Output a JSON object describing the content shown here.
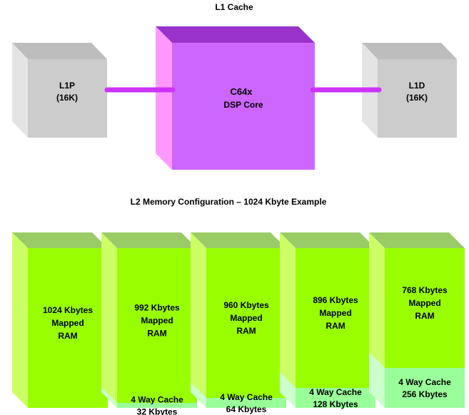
{
  "l1": {
    "title": "L1 Cache",
    "l1p": {
      "line1": "L1P",
      "line2": "(16K)"
    },
    "core": {
      "line1": "C64x",
      "line2": "DSP Core"
    },
    "l1d": {
      "line1": "L1D",
      "line2": "(16K)"
    }
  },
  "l2": {
    "title": "L2 Memory Configuration – 1024 Kbyte Example",
    "configs": [
      {
        "ram_line1": "1024 Kbytes",
        "ram_line2": "Mapped",
        "ram_line3": "RAM",
        "cache_line1": "",
        "cache_line2": "",
        "cache_kb": 0
      },
      {
        "ram_line1": "992 Kbytes",
        "ram_line2": "Mapped",
        "ram_line3": "RAM",
        "cache_line1": "4 Way Cache",
        "cache_line2": "32 Kbytes",
        "cache_kb": 32
      },
      {
        "ram_line1": "960 Kbytes",
        "ram_line2": "Mapped",
        "ram_line3": "RAM",
        "cache_line1": "4 Way Cache",
        "cache_line2": "64 Kbytes",
        "cache_kb": 64
      },
      {
        "ram_line1": "896 Kbytes",
        "ram_line2": "Mapped",
        "ram_line3": "RAM",
        "cache_line1": "4 Way Cache",
        "cache_line2": "128 Kbytes",
        "cache_kb": 128
      },
      {
        "ram_line1": "768 Kbytes",
        "ram_line2": "Mapped",
        "ram_line3": "RAM",
        "cache_line1": "4 Way Cache",
        "cache_line2": "256 Kbytes",
        "cache_kb": 256
      }
    ]
  },
  "colors": {
    "gray_front": "#cccccc",
    "gray_top": "#bdbdbd",
    "gray_side": "#e4e4e4",
    "purple_front": "#cc66ff",
    "purple_top": "#9933cc",
    "purple_side": "#ff99ff",
    "connector": "#cc33ff",
    "green_front": "#99ff00",
    "green_top": "#99cc66",
    "green_side": "#ccff66",
    "cache_front": "#99ff99",
    "cache_side": "#ccffcc"
  }
}
